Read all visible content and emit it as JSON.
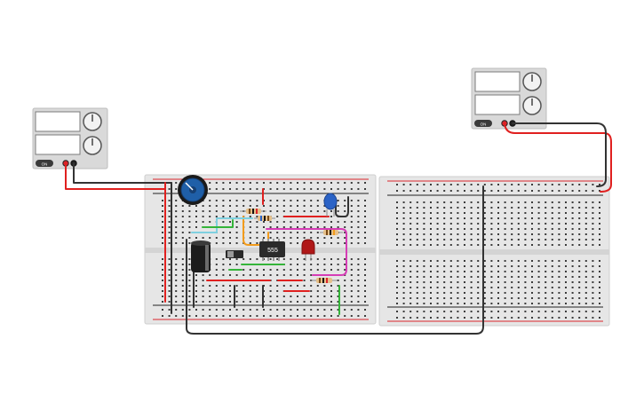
{
  "supply_left": {
    "on_label": "ON"
  },
  "supply_right": {
    "on_label": "ON"
  },
  "chip": {
    "label": "555"
  },
  "colors": {
    "canvas": "#ffffff",
    "breadboard": "#e6e6e6",
    "rail_red": "#d9252c",
    "rail_black": "#222222",
    "wire_red": "#e0201f",
    "wire_black": "#333333",
    "wire_green": "#35b43a",
    "wire_magenta": "#d63db6",
    "wire_orange": "#f29b1b",
    "wire_cyan": "#7fd0e0",
    "pot_blue": "#1f5fa8",
    "cap_blue": "#2b63c6",
    "led_red": "#b01818"
  },
  "components": [
    "power-supply-left",
    "power-supply-right",
    "breadboard-left",
    "breadboard-right",
    "potentiometer",
    "ceramic-capacitor",
    "electrolytic-capacitor",
    "ic-555",
    "slide-switch",
    "red-led",
    "resistor-1",
    "resistor-2",
    "resistor-3",
    "resistor-4"
  ]
}
